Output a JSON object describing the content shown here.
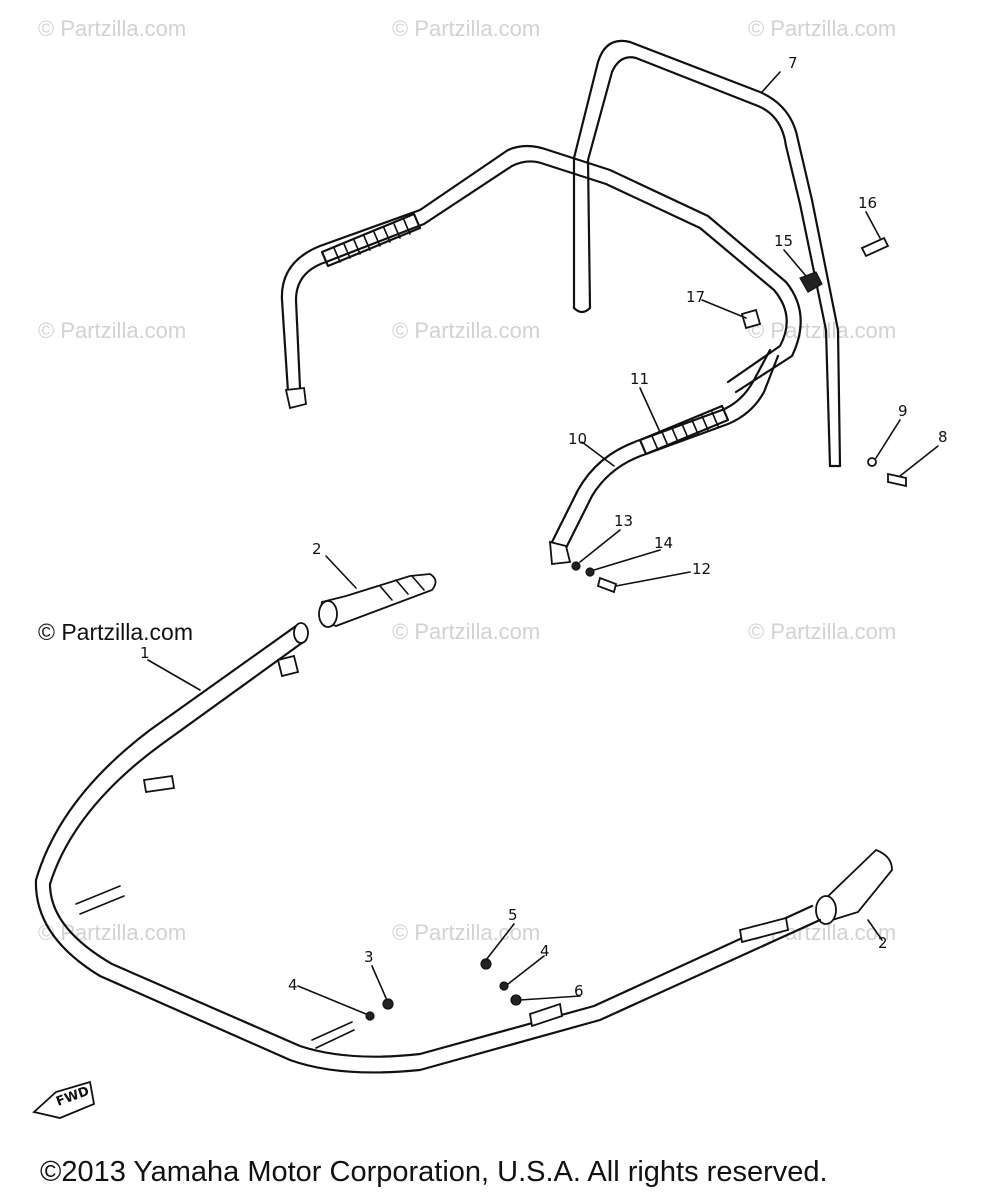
{
  "watermark_text": "© Partzilla.com",
  "copyright": "©2013  Yamaha Motor Corporation, U.S.A. All rights reserved.",
  "fwd_label": "FWD",
  "callouts": {
    "c1": "1",
    "c2a": "2",
    "c2b": "2",
    "c3": "3",
    "c4a": "4",
    "c4b": "4",
    "c5": "5",
    "c6": "6",
    "c7": "7",
    "c8": "8",
    "c9": "9",
    "c10": "10",
    "c11": "11",
    "c12": "12",
    "c13": "13",
    "c14": "14",
    "c15": "15",
    "c16": "16",
    "c17": "17"
  }
}
